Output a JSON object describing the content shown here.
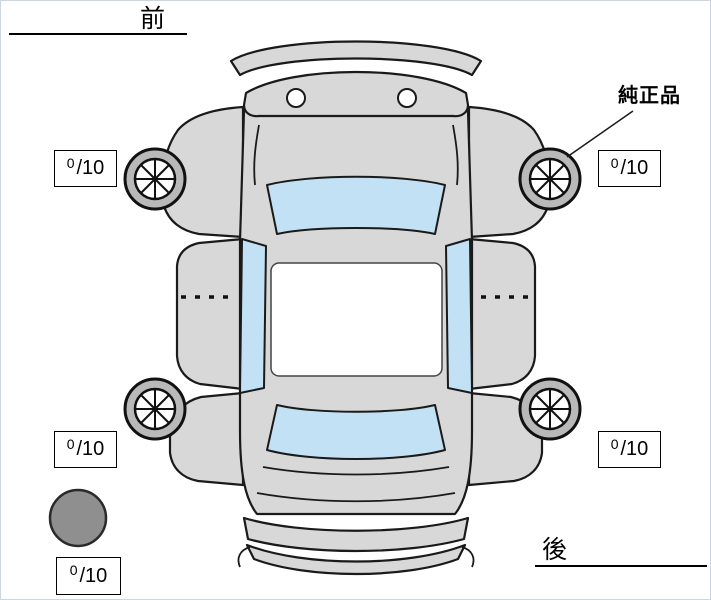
{
  "labels": {
    "front": "前",
    "rear": "後",
    "genuine_part": "純正品"
  },
  "tread_boxes": {
    "front_left": {
      "value": "0",
      "scale": "/10"
    },
    "front_right": {
      "value": "0",
      "scale": "/10"
    },
    "rear_left": {
      "value": "0",
      "scale": "/10"
    },
    "rear_right": {
      "value": "0",
      "scale": "/10"
    },
    "spare": {
      "value": "0",
      "scale": "/10"
    }
  },
  "colors": {
    "body": "#d8d8d8",
    "window": "#c3e1f5",
    "roof_panel": "#ffffff",
    "wheel_rim": "#b9b9b9",
    "spare_circle": "#8f8f8f",
    "outline": "#1a1a1a"
  }
}
